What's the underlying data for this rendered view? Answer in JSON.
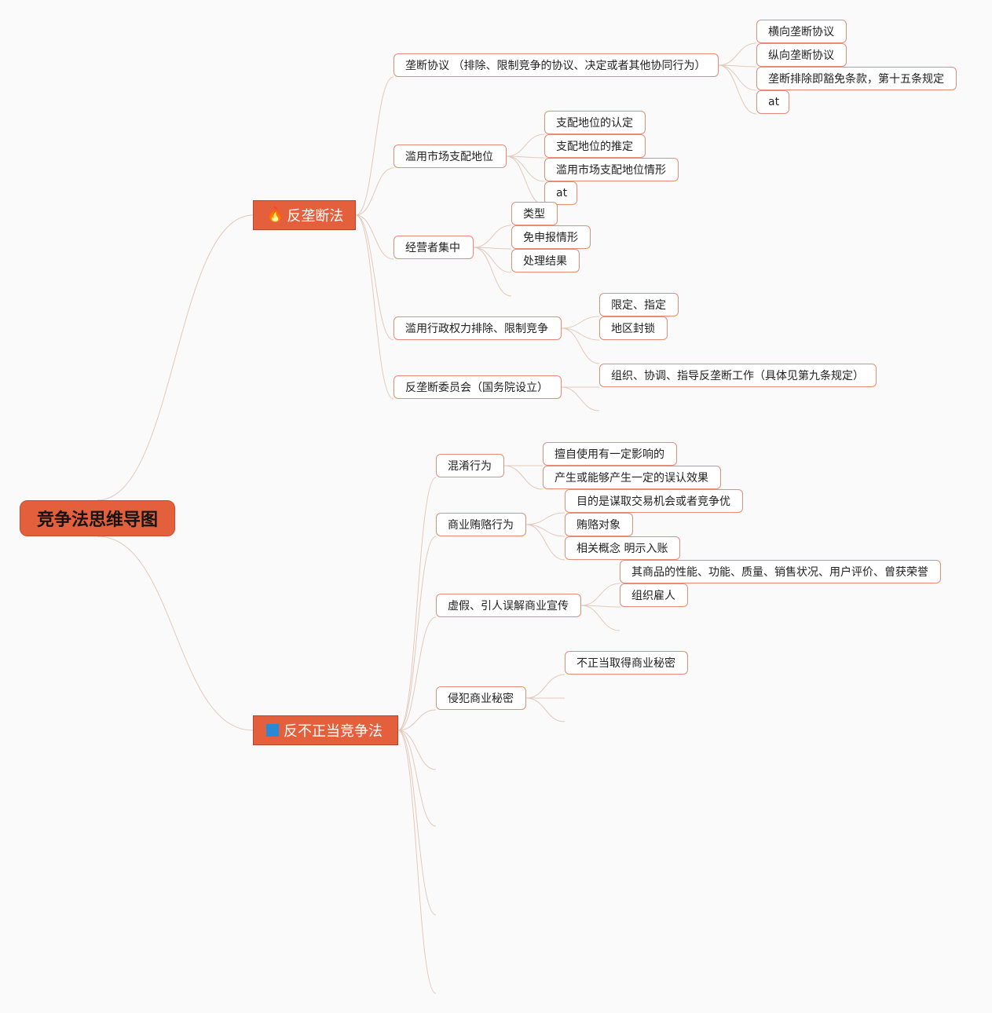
{
  "root": {
    "label": "竞争法思维导图"
  },
  "colors": {
    "accent": "#e4603d",
    "border": "#e98a74",
    "line": "#e2c9bb",
    "square_icon": "#2a88d8"
  },
  "icons": {
    "fire": "🔥",
    "square": "blue-square-icon"
  },
  "branches": [
    {
      "label": "反垄断法",
      "icon": "fire-icon",
      "children": [
        {
          "label": "垄断协议 （排除、限制竞争的协议、决定或者其他协同行为）",
          "children": [
            "横向垄断协议",
            "纵向垄断协议",
            "垄断排除即豁免条款，第十五条规定",
            "at"
          ]
        },
        {
          "label": "滥用市场支配地位",
          "children": [
            "支配地位的认定",
            "支配地位的推定",
            "滥用市场支配地位情形",
            "at"
          ]
        },
        {
          "label": "经营者集中",
          "children": [
            "类型",
            "免申报情形",
            "处理结果"
          ]
        },
        {
          "label": "滥用行政权力排除、限制竞争",
          "children": [
            "限定、指定",
            "地区封锁"
          ]
        },
        {
          "label": "反垄断委员会（国务院设立）",
          "children": [
            "组织、协调、指导反垄断工作（具体见第九条规定）"
          ]
        }
      ]
    },
    {
      "label": "反不正当竞争法",
      "icon": "blue-square-icon",
      "children": [
        {
          "label": "混淆行为",
          "children": [
            "擅自使用有一定影响的",
            "产生或能够产生一定的误认效果"
          ]
        },
        {
          "label": "商业贿赂行为",
          "children": [
            "目的是谋取交易机会或者竞争优",
            "贿赂对象",
            "相关概念 明示入账"
          ]
        },
        {
          "label": "虚假、引人误解商业宣传",
          "children": [
            "其商品的性能、功能、质量、销售状况、用户评价、曾获荣誉",
            "组织雇人"
          ]
        },
        {
          "label": "侵犯商业秘密",
          "children": [
            "不正当取得商业秘密"
          ]
        }
      ]
    }
  ]
}
